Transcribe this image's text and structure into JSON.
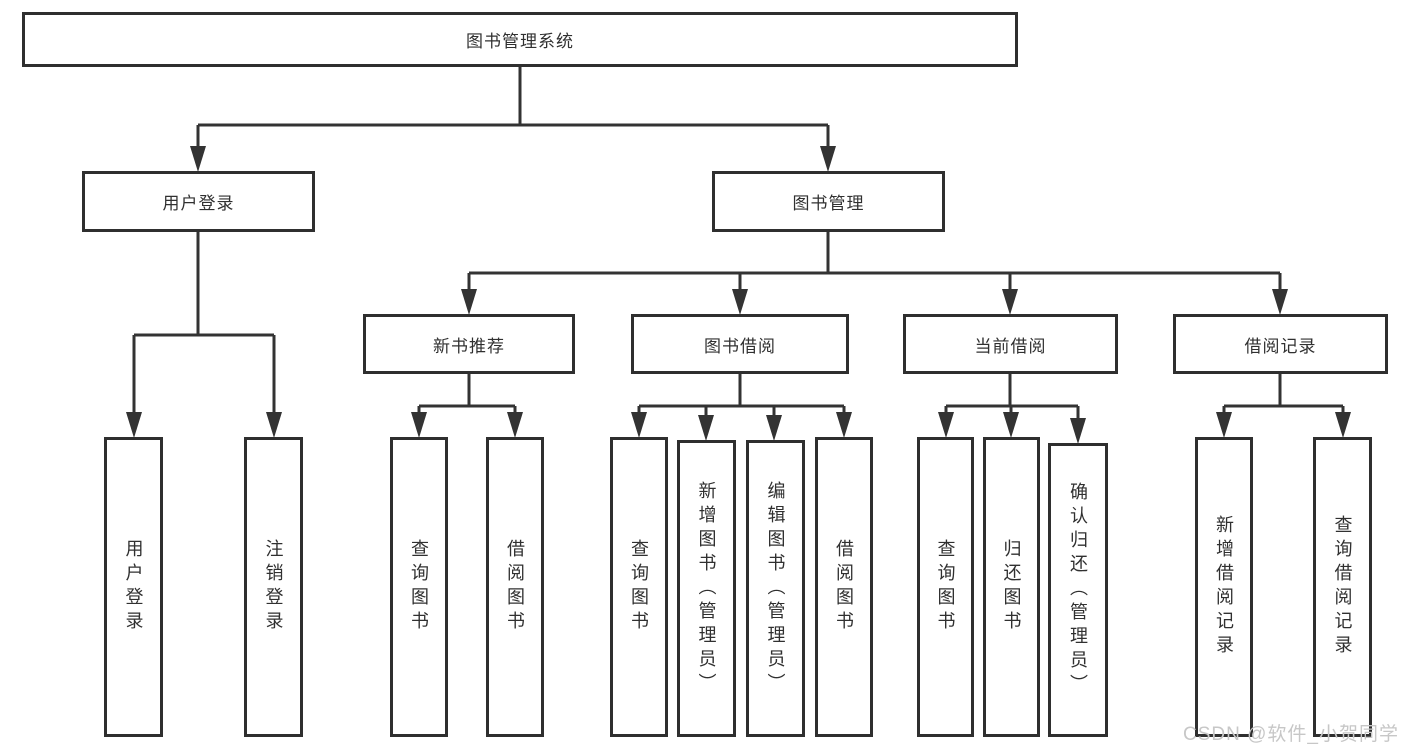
{
  "tree": {
    "root": {
      "label": "图书管理系统"
    },
    "level2": [
      {
        "label": "用户登录",
        "children": [
          {
            "label": "用户登录"
          },
          {
            "label": "注销登录"
          }
        ]
      },
      {
        "label": "图书管理",
        "children": [
          {
            "label": "新书推荐",
            "children": [
              {
                "label": "查询图书"
              },
              {
                "label": "借阅图书"
              }
            ]
          },
          {
            "label": "图书借阅",
            "children": [
              {
                "label": "查询图书"
              },
              {
                "label": "新增图书（管理员）"
              },
              {
                "label": "编辑图书（管理员）"
              },
              {
                "label": "借阅图书"
              }
            ]
          },
          {
            "label": "当前借阅",
            "children": [
              {
                "label": "查询图书"
              },
              {
                "label": "归还图书"
              },
              {
                "label": "确认归还（管理员）"
              }
            ]
          },
          {
            "label": "借阅记录",
            "children": [
              {
                "label": "新增借阅记录"
              },
              {
                "label": "查询借阅记录"
              }
            ]
          }
        ]
      }
    ]
  },
  "watermark": {
    "text": "CSDN @软件_小贺同学"
  },
  "colors": {
    "line": "#333333",
    "node_border": "#2f2f2f",
    "text": "#303030",
    "background": "#ffffff",
    "watermark": "#c7c7c7"
  }
}
